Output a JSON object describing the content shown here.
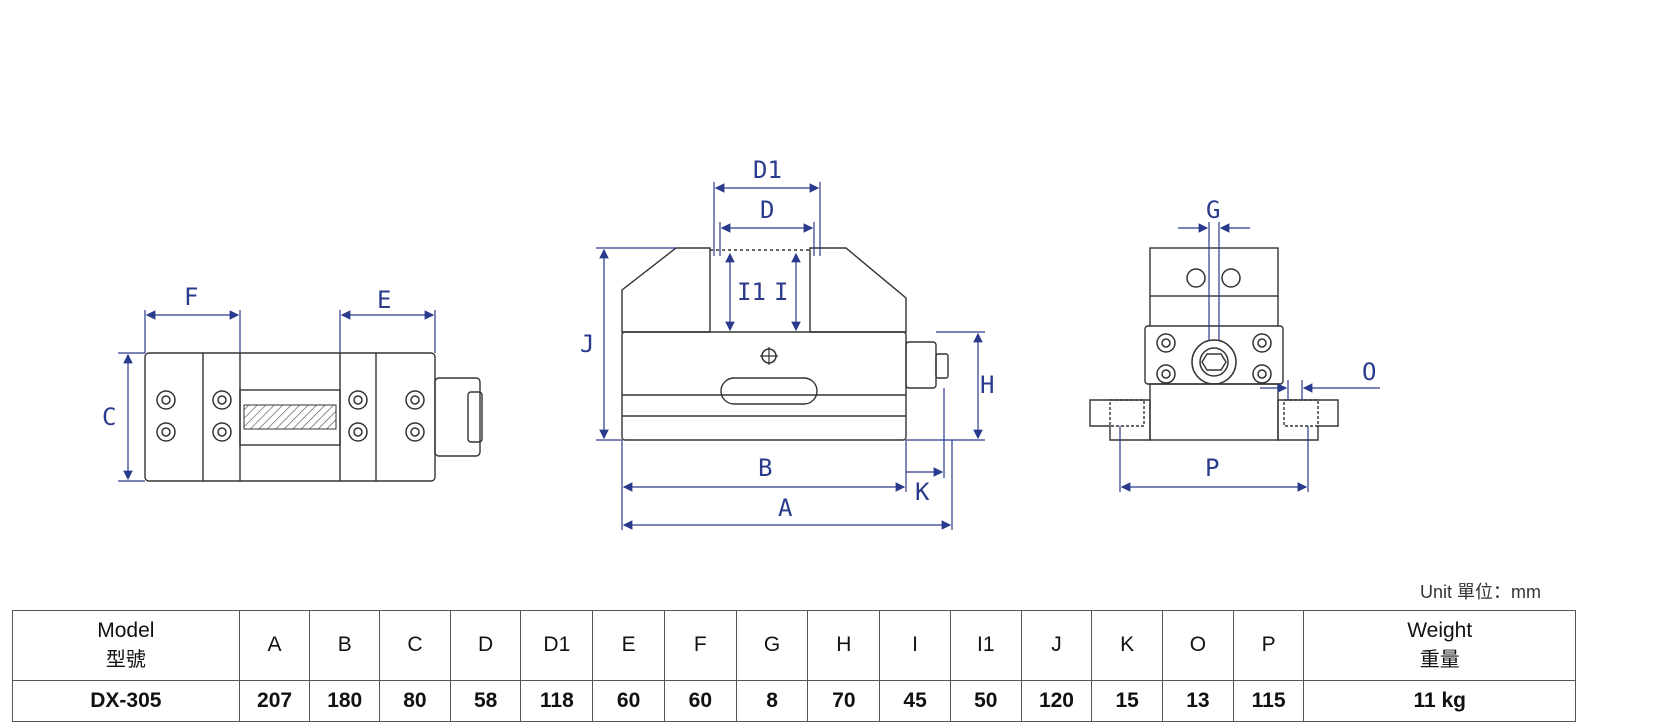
{
  "diagram": {
    "labels": {
      "F": "F",
      "E": "E",
      "C": "C",
      "J": "J",
      "D1": "D1",
      "D": "D",
      "I1": "I1",
      "I": "I",
      "H": "H",
      "B": "B",
      "A": "A",
      "K": "K",
      "G": "G",
      "O": "O",
      "P": "P"
    }
  },
  "unit_note": "Unit 單位：mm",
  "table": {
    "headers": [
      {
        "en": "Model",
        "cn": "型號"
      },
      {
        "en": "A"
      },
      {
        "en": "B"
      },
      {
        "en": "C"
      },
      {
        "en": "D"
      },
      {
        "en": "D1"
      },
      {
        "en": "E"
      },
      {
        "en": "F"
      },
      {
        "en": "G"
      },
      {
        "en": "H"
      },
      {
        "en": "I"
      },
      {
        "en": "I1"
      },
      {
        "en": "J"
      },
      {
        "en": "K"
      },
      {
        "en": "O"
      },
      {
        "en": "P"
      },
      {
        "en": "Weight",
        "cn": "重量"
      }
    ],
    "row": [
      "DX-305",
      "207",
      "180",
      "80",
      "58",
      "118",
      "60",
      "60",
      "8",
      "70",
      "45",
      "50",
      "120",
      "15",
      "13",
      "115",
      "11 kg"
    ]
  }
}
